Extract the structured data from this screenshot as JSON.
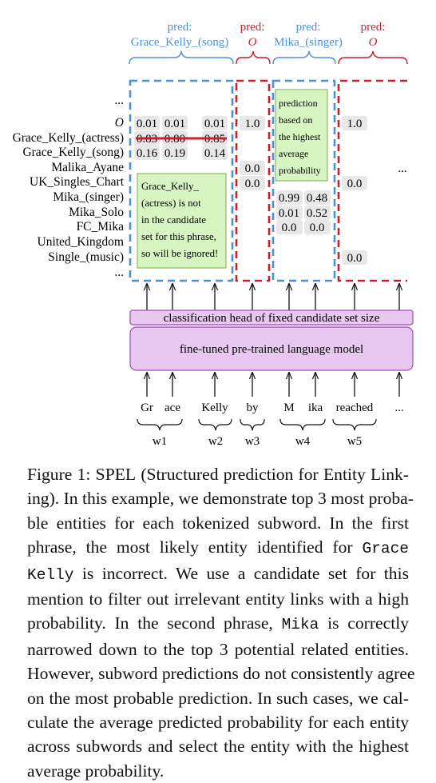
{
  "colors": {
    "blue": "#4a90d9",
    "red": "#cc1f2d",
    "purple_fill": "#e8c8f0",
    "purple_border": "#9b4bb5",
    "green_fill": "#d6f5c0",
    "green_border": "#7aaa52",
    "gray_chip": "#e8e8e8"
  },
  "figure": {
    "preds": [
      {
        "prefix": "pred:",
        "entity": "Grace_Kelly_(song)",
        "color": "blue"
      },
      {
        "prefix": "pred:",
        "entity": "O",
        "color": "red"
      },
      {
        "prefix": "pred:",
        "entity": "Mika_(singer)",
        "color": "blue"
      },
      {
        "prefix": "pred:",
        "entity": "O",
        "color": "red"
      }
    ],
    "entities": [
      "...",
      "O",
      "Grace_Kelly_(actress)",
      "Grace_Kelly_(song)",
      "Malika_Ayane",
      "UK_Singles_Chart",
      "Mika_(singer)",
      "Mika_Solo",
      "FC_Mika",
      "United_Kingdom",
      "Single_(music)",
      "..."
    ],
    "values": {
      "g1_O": [
        "0.01",
        "0.01",
        "0.01"
      ],
      "g1_actress": [
        "0.83",
        "0.80",
        "0.85"
      ],
      "g1_song": [
        "0.16",
        "0.19",
        "0.14"
      ],
      "g2": [
        "1.0",
        "0.0",
        "0.0"
      ],
      "g3_singer": [
        "0.99",
        "0.48"
      ],
      "g3_solo": [
        "0.01",
        "0.52"
      ],
      "g3_fc": [
        "0.0",
        "0.0"
      ],
      "g4": [
        "1.0",
        "0.0",
        "0.0"
      ],
      "ellipsis": "..."
    },
    "note_ignored": [
      "Grace_Kelly_",
      "(actress) is not",
      "in the candidate",
      "set for this phrase,",
      "so will be ignored!"
    ],
    "note_average": [
      "prediction",
      "based on",
      "the highest",
      "average",
      "probability"
    ],
    "classification_head": "classification head of fixed candidate set size",
    "language_model": "fine-tuned pre-trained language model",
    "tokens": [
      "Gr",
      "ace",
      "Kelly",
      "by",
      "M",
      "ika",
      "reached",
      "..."
    ],
    "words": [
      "w1",
      "w2",
      "w3",
      "w4",
      "w5"
    ]
  },
  "caption": {
    "lines": [
      [
        "Figure 1: S",
        "PEL",
        " (Structured prediction for Entity Link-"
      ],
      [
        "ing). In this example, we demonstrate top 3 most proba-"
      ],
      [
        "ble entities for each tokenized subword.  In the first"
      ],
      [
        "phrase, the most likely entity identified for ",
        "Grace"
      ],
      [
        "Kelly",
        " is incorrect.  We use a candidate set for this"
      ],
      [
        "mention to filter out irrelevant entity links with a high"
      ],
      [
        "probability.  In the second phrase, ",
        "Mika",
        " is correctly"
      ],
      [
        "narrowed down to the top 3 potential related entities."
      ],
      [
        "However, subword predictions do not consistently agree"
      ],
      [
        "on the most probable prediction. In such cases, we cal-"
      ],
      [
        "culate the average predicted probability for each entity"
      ],
      [
        "across subwords and select the entity with the highest"
      ],
      [
        "average probability."
      ]
    ]
  }
}
